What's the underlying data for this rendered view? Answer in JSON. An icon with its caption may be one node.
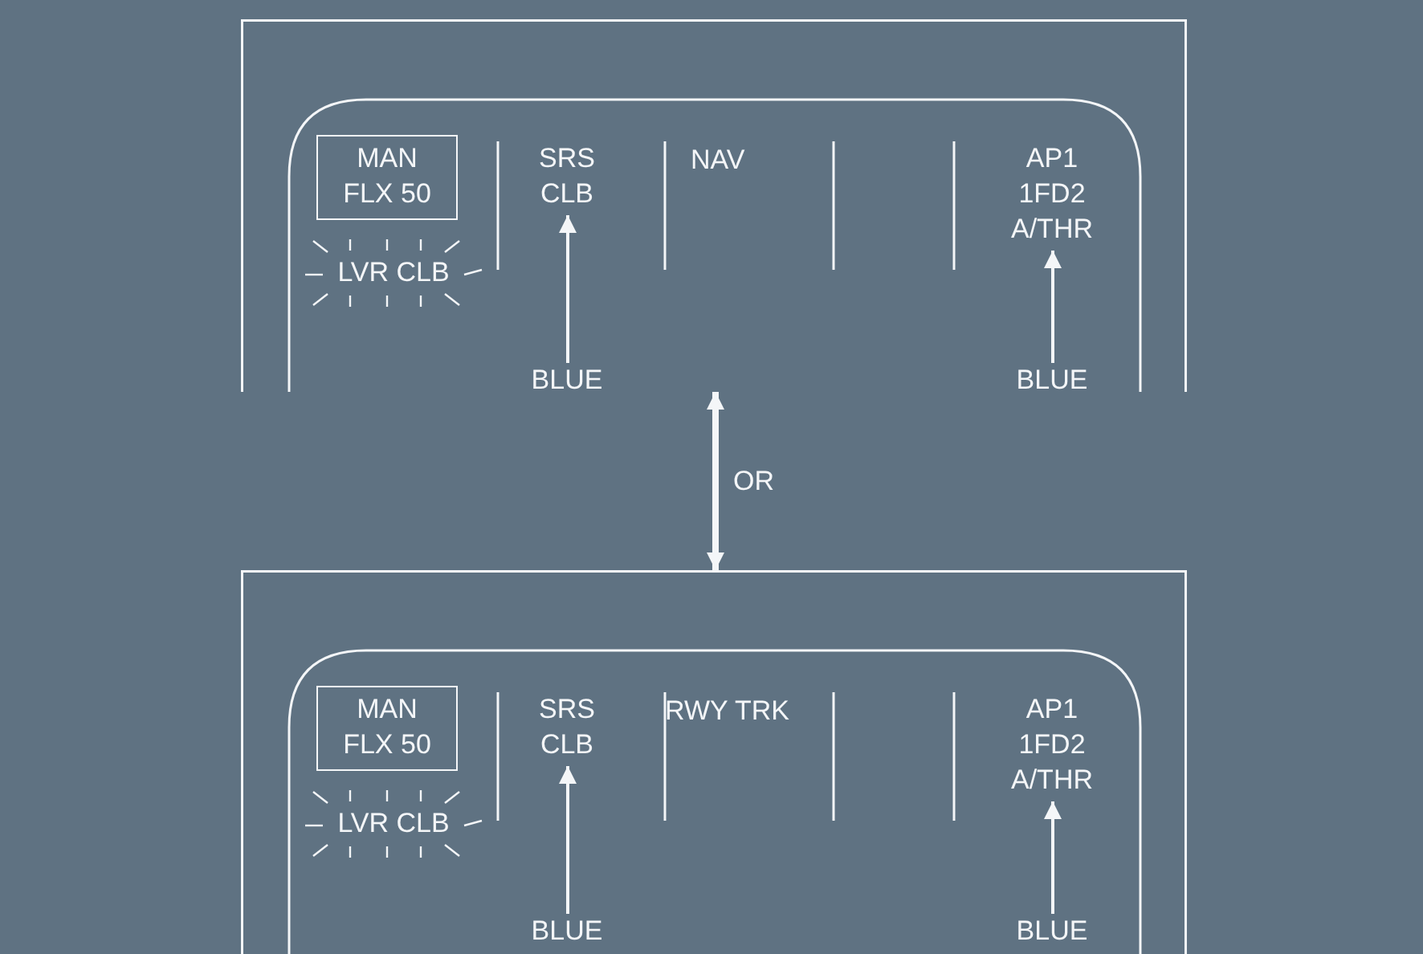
{
  "diagram": {
    "nodes": [
      {
        "text": [],
        "shape": "box"
      },
      {
        "text": [
          "MAN FLX 50"
        ],
        "in": 0
      },
      {
        "text": [
          "LVR CLB"
        ],
        "in": 0
      },
      {
        "text": [
          "SRS CLB"
        ],
        "in": 0
      },
      {
        "text": [
          "BLUE"
        ],
        "in": 0
      },
      {
        "text": [
          "AP1 1FD2 A/THR"
        ],
        "in": 0
      },
      {
        "text": [
          "BLUE"
        ],
        "in": 0
      },
      {
        "text": [],
        "shape": "box"
      },
      {
        "text": [
          "MAN FLX 50"
        ],
        "in": 7
      },
      {
        "text": [
          "LVR CLB"
        ],
        "in": 7
      },
      {
        "text": [
          "SRS CLB"
        ],
        "in": 7
      },
      {
        "text": [
          "BLUE"
        ],
        "in": 7
      },
      {
        "text": [
          "AP1 1FD2 A/THR"
        ],
        "in": 7
      },
      {
        "text": [
          "BLUE"
        ],
        "in": 7
      }
    ],
    "edges": [
      {
        "from": 4,
        "to": 3,
        "arrow": "to"
      },
      {
        "from": 6,
        "to": 5,
        "arrow": "to"
      },
      {
        "from": 0,
        "to": 7,
        "arrow": "both",
        "label": "OR",
        "style": "thick"
      },
      {
        "from": 11,
        "to": 10,
        "arrow": "to"
      },
      {
        "from": 13,
        "to": 12,
        "arrow": "to"
      }
    ],
    "labels": [
      "NAV",
      "RWY TRK"
    ]
  }
}
